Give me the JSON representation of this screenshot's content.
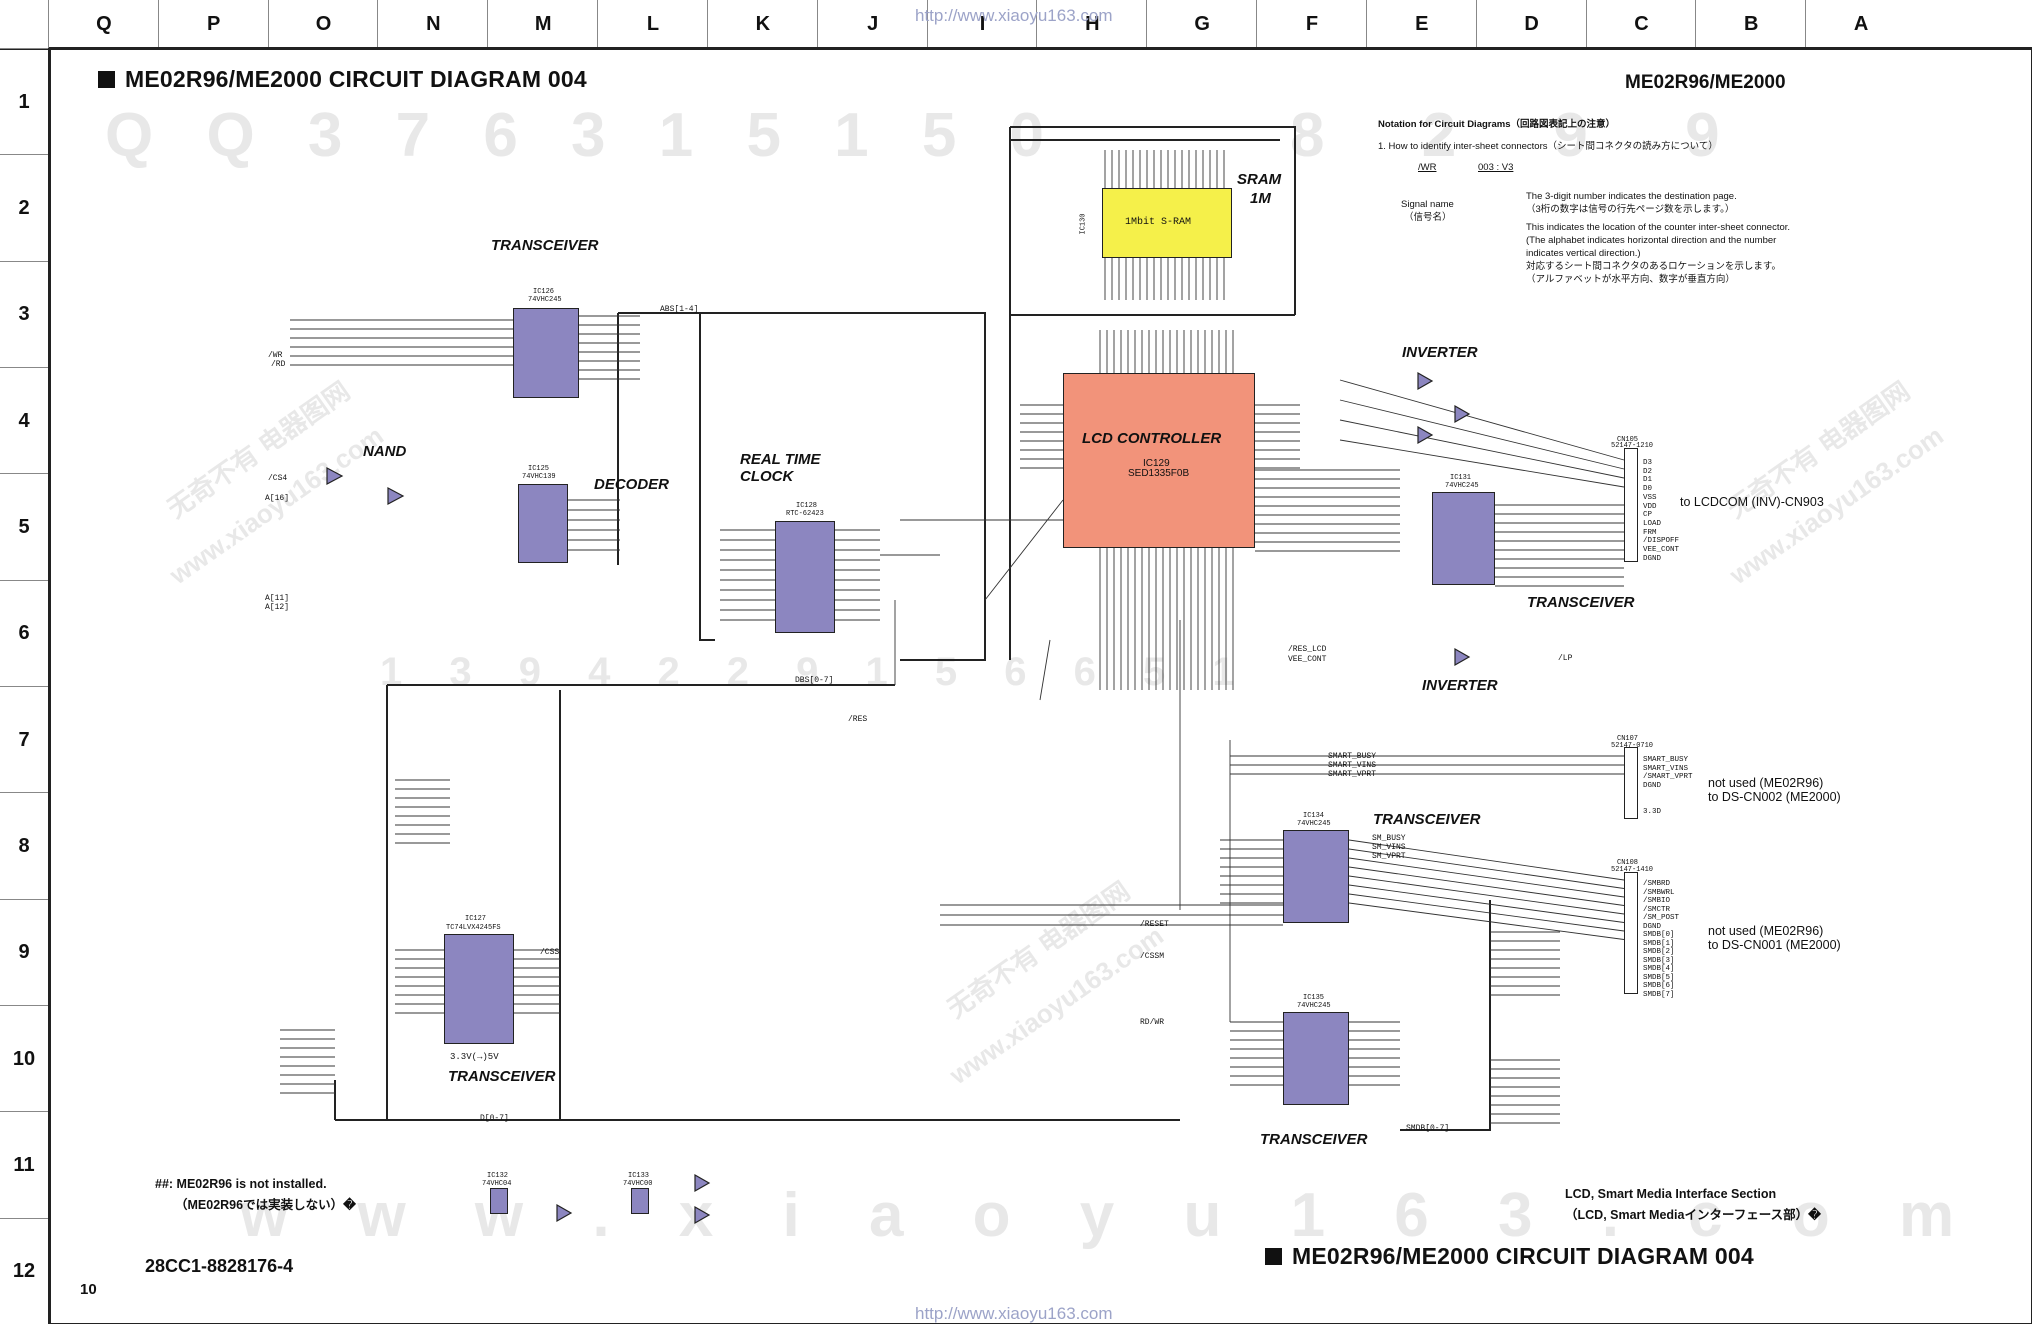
{
  "header": {
    "columns": [
      "Q",
      "P",
      "O",
      "N",
      "M",
      "L",
      "K",
      "J",
      "I",
      "H",
      "G",
      "F",
      "E",
      "D",
      "C",
      "B",
      "A"
    ],
    "rows": [
      "1",
      "2",
      "3",
      "4",
      "5",
      "6",
      "7",
      "8",
      "9",
      "10",
      "11",
      "12"
    ],
    "url_top": "http://www.xiaoyu163.com",
    "url_bottom": "http://www.xiaoyu163.com"
  },
  "titles": {
    "main_top": "ME02R96/ME2000 CIRCUIT DIAGRAM 004",
    "model_top_right": "ME02R96/ME2000",
    "main_bottom": "ME02R96/ME2000 CIRCUIT DIAGRAM 004",
    "part_number": "28CC1-8828176-4",
    "page_number": "10"
  },
  "notation": {
    "heading": "Notation for Circuit Diagrams（回路図表記上の注意）",
    "item1": "1. How to identify inter-sheet connectors（シート間コネクタの読み方について）",
    "signal_example": "/WR",
    "conn_example": "003 : V3",
    "signal_name": "Signal name",
    "signal_name_jp": "（信号名）",
    "desc1a": "The 3-digit number indicates the destination page.",
    "desc1b": "（3桁の数字は信号の行先ページ数を示します。）",
    "desc2a": "This indicates the location of the counter inter-sheet connector.",
    "desc2b": "(The alphabet indicates horizontal direction and the number",
    "desc2c": "indicates vertical direction.)",
    "desc2d": "対応するシート間コネクタのあるロケーションを示します。",
    "desc2e": "（アルファベットが水平方向、数字が垂直方向）"
  },
  "blocks": {
    "transceiver_1": "TRANSCEIVER",
    "nand": "NAND",
    "decoder": "DECODER",
    "rtc": "REAL TIME",
    "rtc2": "CLOCK",
    "sram": "SRAM",
    "sram2": "1M",
    "lcd_controller": "LCD CONTROLLER",
    "inverter_1": "INVERTER",
    "transceiver_2": "TRANSCEIVER",
    "inverter_2": "INVERTER",
    "transceiver_3": "TRANSCEIVER",
    "transceiver_4": "TRANSCEIVER",
    "transceiver_5": "TRANSCEIVER"
  },
  "chips": {
    "ic126": "IC126",
    "ic126_type": "74VHC245",
    "ic125": "IC125",
    "ic125_type": "74VHC139",
    "ic128": "IC128",
    "ic128_type": "RTC-62423",
    "ic130": "IC130",
    "ic130_type": "1Mbit S-RAM",
    "ic129": "IC129",
    "ic129_type": "SED1335F0B",
    "ic131": "IC131",
    "ic131_type": "74VHC245",
    "ic127": "IC127",
    "ic127_type": "TC74LVX4245FS",
    "ic127_note": "3.3V(→)5V",
    "ic134": "IC134",
    "ic134_type": "74VHC245",
    "ic135": "IC135",
    "ic135_type": "74VHC245",
    "ic132": "IC132",
    "ic132_type": "74VHC04",
    "ic133": "IC133",
    "ic133_type": "74VHC00"
  },
  "connectors": {
    "cn105": "CN105",
    "cn105_type": "52147-1210",
    "cn107": "CN107",
    "cn107_type": "52147-0710",
    "cn108": "CN108",
    "cn108_type": "52147-1410",
    "lcdcom": "to LCDCOM (INV)-CN903",
    "not_used_1a": "not used (ME02R96)",
    "not_used_1b": "to DS-CN002 (ME2000)",
    "not_used_2a": "not used (ME02R96)",
    "not_used_2b": "to DS-CN001 (ME2000)"
  },
  "notes": {
    "hash_note": "##:  ME02R96 is not installed.",
    "hash_note_jp": "（ME02R96では実装しない）�",
    "section": "LCD, Smart Media Interface Section",
    "section_jp": "（LCD, Smart Mediaインターフェース部）�"
  },
  "signals": {
    "cs4": "/CS4",
    "a16": "A[16]",
    "a11": "A[11]",
    "a12": "A[12]",
    "wr": "/WR",
    "rd": "/RD",
    "res": "/RES",
    "reset": "/RESET",
    "lp": "/LP",
    "res_lcd": "/RES_LCD",
    "vee_cont": "VEE_CONT",
    "dbs": "DBS[0-7]",
    "d07": "D[0-7]",
    "smdb": "SMDB[0-7]",
    "smart_busy": "SMART_BUSY",
    "smart_vins": "SMART_VINS",
    "smart_vprt": "SMART_VPRT",
    "sm_busy": "SM_BUSY",
    "sm_vins": "SM_VINS",
    "sm_vprt": "SM_VPRT",
    "css": "/CSS",
    "cssm": "/CSSM",
    "abs14": "ABS[1-4]",
    "d3": "3.3D",
    "rd_wr": "RD/WR"
  },
  "cn105_pins": [
    "D3",
    "D2",
    "D1",
    "D0",
    "VSS",
    "VDD",
    "CP",
    "LOAD",
    "FRM",
    "/DISPOFF",
    "VEE_CONT",
    "DGND"
  ],
  "cn107_pins": [
    "SMART_BUSY",
    "SMART_VINS",
    "/SMART_VPRT",
    "DGND",
    "",
    "",
    "3.3D"
  ],
  "cn108_pins": [
    "/SMBRD",
    "/SMBWRL",
    "/SMBIO",
    "/SMCTR",
    "/SM_POST",
    "DGND",
    "SMDB[0]",
    "SMDB[1]",
    "SMDB[2]",
    "SMDB[3]",
    "SMDB[4]",
    "SMDB[5]",
    "SMDB[6]",
    "SMDB[7]"
  ],
  "colors": {
    "chip_purple": "#8c86c0",
    "sram_yellow": "#f5f04a",
    "lcd_orange": "#f2937a",
    "watermark": "#e8e8e8",
    "url": "#9ca3c8"
  },
  "watermarks": {
    "row1": "Q Q  3 7 6 3 1 5 1 5 0",
    "row1b": "8 2 9 9",
    "mid": "1 3 9 4 2 2 9 1 5 6 6 5 1",
    "bottom": "w w w . x i a o y u 1 6 3 . c o m",
    "cn": "无奇不有  电器图网",
    "site": "www.xiaoyu163.com"
  }
}
